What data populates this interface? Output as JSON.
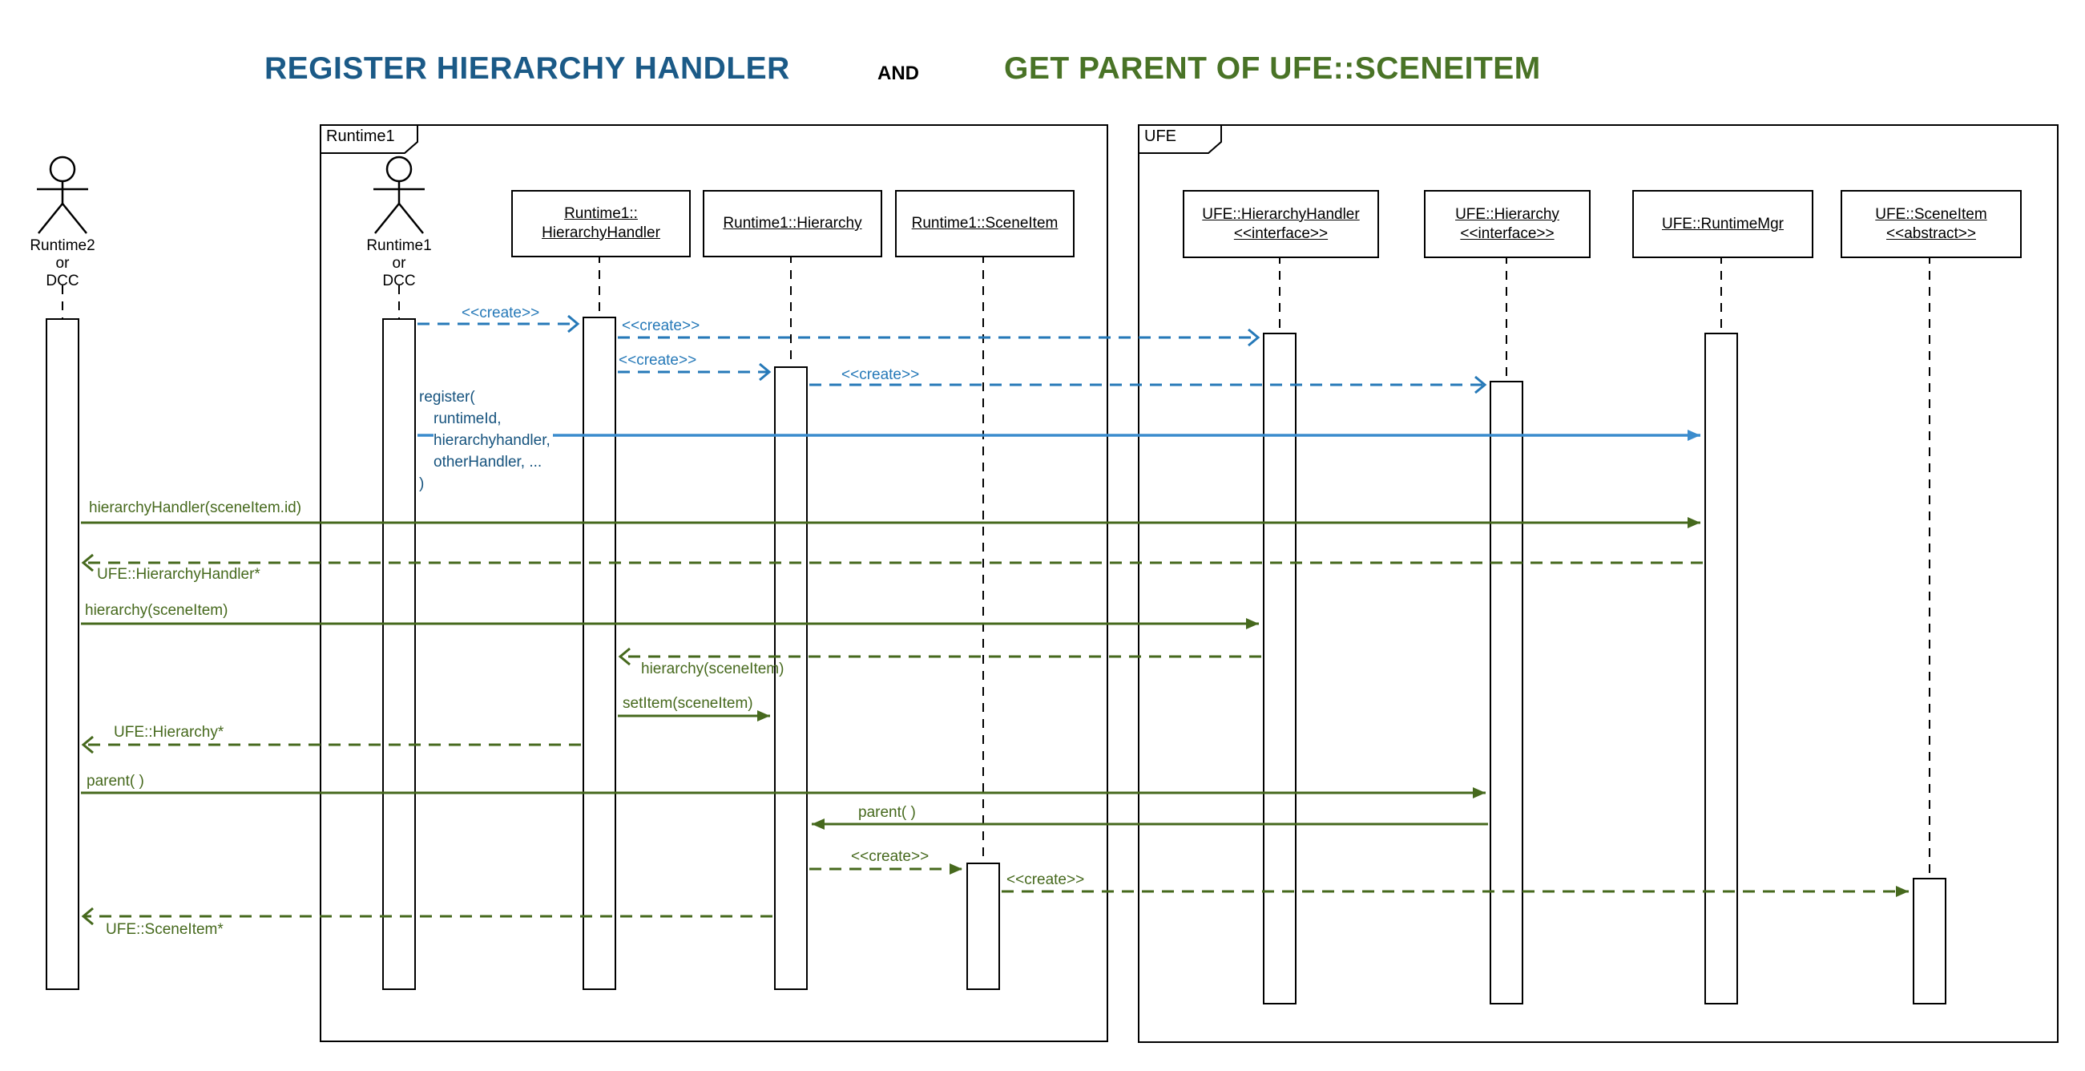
{
  "titles": {
    "left": "REGISTER HIERARCHY HANDLER",
    "conjunction": "AND",
    "right": "GET PARENT OF UFE::SCENEITEM"
  },
  "frames": {
    "runtime1": {
      "label": "Runtime1"
    },
    "ufe": {
      "label": "UFE"
    }
  },
  "actors": {
    "runtime2": {
      "line1": "Runtime2",
      "line2": "or",
      "line3": "DCC"
    },
    "runtime1": {
      "line1": "Runtime1",
      "line2": "or",
      "line3": "DCC"
    }
  },
  "lifelines": {
    "r1_hierarchyhandler": {
      "line1": "Runtime1::",
      "line2": "HierarchyHandler"
    },
    "r1_hierarchy": {
      "line1": "Runtime1::Hierarchy"
    },
    "r1_sceneitem": {
      "line1": "Runtime1::SceneItem"
    },
    "ufe_hierarchyhandler": {
      "line1": "UFE::HierarchyHandler",
      "line2": "<<interface>>"
    },
    "ufe_hierarchy": {
      "line1": "UFE::Hierarchy",
      "line2": "<<interface>>"
    },
    "ufe_runtimemgr": {
      "line1": "UFE::RuntimeMgr"
    },
    "ufe_sceneitem": {
      "line1": "UFE::SceneItem",
      "line2": "<<abstract>>"
    }
  },
  "messages": {
    "create": "<<create>>",
    "hierarchy_handler_call": "hierarchyHandler(sceneItem.id)",
    "hierarchy_handler_return": "UFE::HierarchyHandler*",
    "hierarchy_call": "hierarchy(sceneItem)",
    "hierarchy_forward": "hierarchy(sceneItem)",
    "set_item": "setItem(sceneItem)",
    "hierarchy_return": "UFE::Hierarchy*",
    "parent_call": "parent( )",
    "parent_forward": "parent( )",
    "scene_item_return": "UFE::SceneItem*"
  },
  "register": {
    "lines": [
      "register(",
      "runtimeId,",
      "hierarchyhandler,",
      "otherHandler, ...",
      ")"
    ]
  },
  "colors": {
    "title_blue": "#1b5a87",
    "title_green": "#497326",
    "msg_blue": "#2679b8",
    "msg_blue_dark": "#16537e",
    "msg_blue_bright": "#3b8ccd",
    "msg_green": "#46691d",
    "ink": "#000000"
  }
}
